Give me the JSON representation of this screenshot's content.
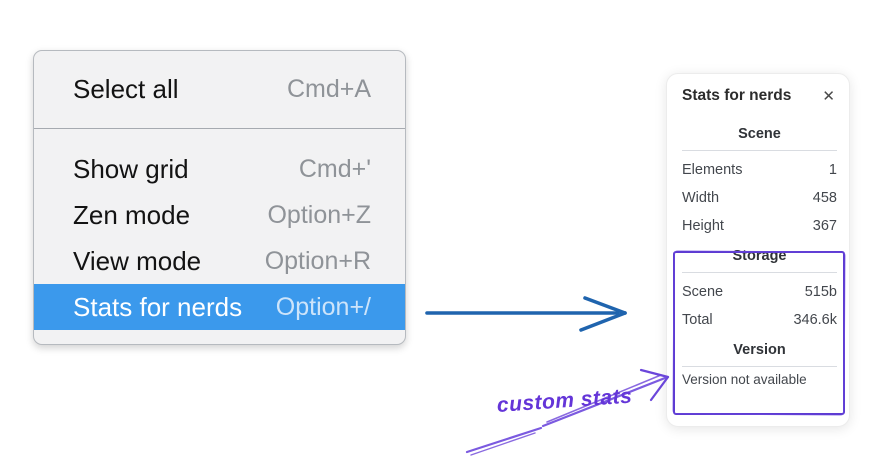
{
  "menu": {
    "highlight_color": "#3b99ec",
    "background_color": "#f2f2f3",
    "items": [
      {
        "label": "Select all",
        "shortcut": "Cmd+A",
        "highlighted": false
      },
      {
        "label": "Show grid",
        "shortcut": "Cmd+'",
        "highlighted": false
      },
      {
        "label": "Zen mode",
        "shortcut": "Option+Z",
        "highlighted": false
      },
      {
        "label": "View mode",
        "shortcut": "Option+R",
        "highlighted": false
      },
      {
        "label": "Stats for nerds",
        "shortcut": "Option+/",
        "highlighted": true
      }
    ]
  },
  "stats_panel": {
    "title": "Stats for nerds",
    "close_icon": "✕",
    "sections": [
      {
        "heading": "Scene",
        "rows": [
          {
            "label": "Elements",
            "value": "1"
          },
          {
            "label": "Width",
            "value": "458"
          },
          {
            "label": "Height",
            "value": "367"
          }
        ]
      },
      {
        "heading": "Storage",
        "rows": [
          {
            "label": "Scene",
            "value": "515b"
          },
          {
            "label": "Total",
            "value": "346.6k"
          }
        ]
      },
      {
        "heading": "Version",
        "note": "Version not available"
      }
    ]
  },
  "annotation": {
    "label": "custom stats",
    "text_color": "#6435d8",
    "box_color": "#5d3bd2",
    "arrow_color": "#7b5ae0"
  },
  "pointer_arrow_color": "#1f64ae"
}
